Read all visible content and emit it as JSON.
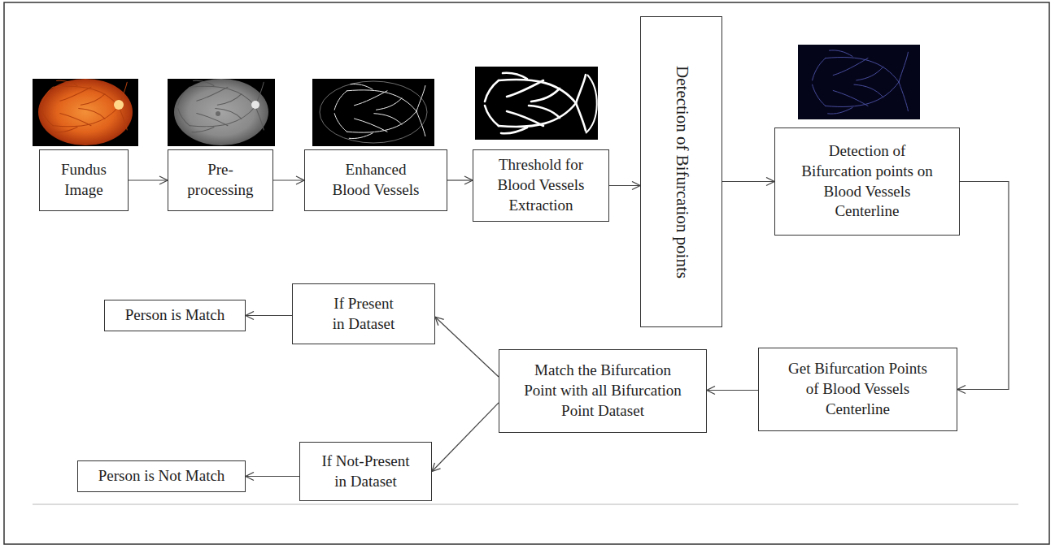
{
  "diagram": {
    "nodes": [
      {
        "text": [
          "Fundus Image"
        ]
      },
      {
        "text": [
          "Pre- processing"
        ]
      },
      {
        "text": [
          "Enhanced Blood Vessels"
        ]
      },
      {
        "text": [
          "Threshold for Blood Vessels Extraction"
        ]
      },
      {
        "text": [
          "Detection of Bifurcation points"
        ]
      },
      {
        "text": [
          "Detection of Bifurcation points on Blood Vessels Centerline"
        ]
      },
      {
        "text": [
          "Get Bifurcation Points of Blood Vessels Centerline"
        ]
      },
      {
        "text": [
          "Match the Bifurcation Point with all Bifurcation Point Dataset"
        ]
      },
      {
        "text": [
          "If Present in Dataset"
        ]
      },
      {
        "text": [
          "Person is Match"
        ]
      },
      {
        "text": [
          "If Not-Present in Dataset"
        ]
      },
      {
        "text": [
          "Person is Not Match"
        ]
      }
    ],
    "edges": [
      {
        "from": 0,
        "to": 1,
        "arrow": "to"
      },
      {
        "from": 1,
        "to": 2,
        "arrow": "to"
      },
      {
        "from": 2,
        "to": 3,
        "arrow": "to"
      },
      {
        "from": 3,
        "to": 4,
        "arrow": "to"
      },
      {
        "from": 4,
        "to": 5,
        "arrow": "to"
      },
      {
        "from": 5,
        "to": 6,
        "arrow": "to"
      },
      {
        "from": 6,
        "to": 7,
        "arrow": "to"
      },
      {
        "from": 7,
        "to": 8,
        "arrow": "to"
      },
      {
        "from": 7,
        "to": 10,
        "arrow": "to"
      },
      {
        "from": 8,
        "to": 9,
        "arrow": "to"
      },
      {
        "from": 10,
        "to": 11,
        "arrow": "to"
      }
    ]
  }
}
